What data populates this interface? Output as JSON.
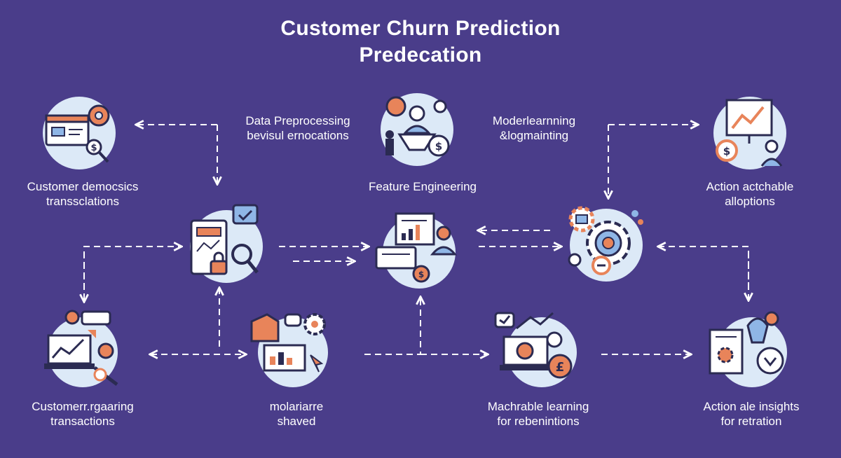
{
  "title": {
    "line1": "Customer Churn Prediction",
    "line2": "Predecation"
  },
  "colors": {
    "background": "#4a3d8a",
    "circle": "#dce9f7",
    "outline": "#2b2b52",
    "accent_orange": "#e8845a",
    "accent_blue": "#8fb6e6",
    "arrow": "#ffffff"
  },
  "nodes": [
    {
      "id": "n1",
      "icon": "dashboard-gear-icon",
      "line1": "Customer democsics",
      "line2": "transsclations"
    },
    {
      "id": "n2",
      "icon": "team-funnel-icon",
      "line1": "Feature Engineering",
      "line2": ""
    },
    {
      "id": "n3",
      "icon": "presentation-chart-icon",
      "line1": "Action actchable",
      "line2": "alloptions"
    },
    {
      "id": "n4",
      "icon": "document-lock-icon",
      "line1": "",
      "line2": ""
    },
    {
      "id": "n5",
      "icon": "report-analyst-icon",
      "line1": "",
      "line2": ""
    },
    {
      "id": "n6",
      "icon": "gear-target-icon",
      "line1": "",
      "line2": ""
    },
    {
      "id": "n7",
      "icon": "laptop-chart-icon",
      "line1": "Customerr.rgaaring",
      "line2": "transactions"
    },
    {
      "id": "n8",
      "icon": "monitor-gear-icon",
      "line1": "molariarre",
      "line2": "shaved"
    },
    {
      "id": "n9",
      "icon": "laptop-currency-icon",
      "line1": "Machrable learning",
      "line2": "for rebenintions"
    },
    {
      "id": "n10",
      "icon": "insight-lightbulb-icon",
      "line1": "Action ale insights",
      "line2": "for retration"
    }
  ],
  "annotations": [
    {
      "id": "a1",
      "line1": "Data Preprocessing",
      "line2": "bevisul ernocations"
    },
    {
      "id": "a2",
      "line1": "Moderlearnning",
      "line2": "&logmainting"
    }
  ]
}
